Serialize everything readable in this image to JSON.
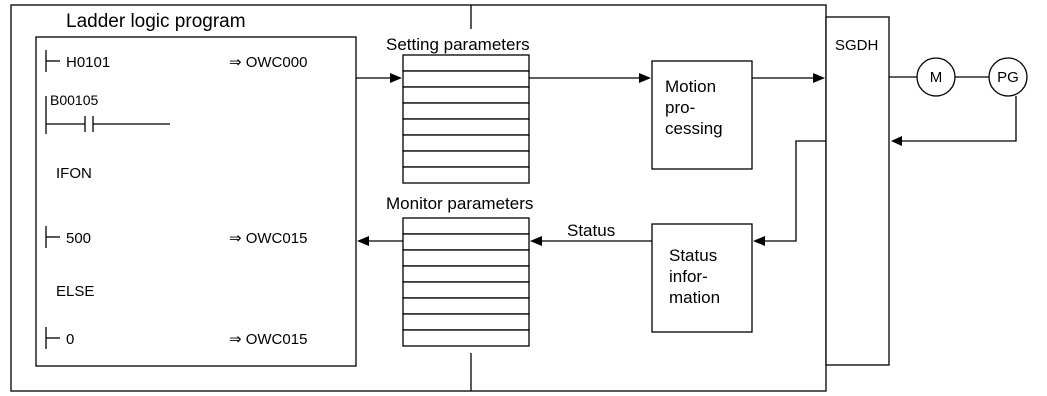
{
  "ladder": {
    "title": "Ladder logic program",
    "rows": [
      {
        "left": "H0101",
        "right": "⇒ OWC000"
      },
      {
        "contact": "B00105"
      },
      {
        "keyword": "IFON"
      },
      {
        "left": "500",
        "right": "⇒ OWC015"
      },
      {
        "keyword": "ELSE"
      },
      {
        "left": "0",
        "right": "⇒ OWC015"
      }
    ]
  },
  "setting_parameters": {
    "label": "Setting parameters",
    "row_count": 8
  },
  "monitor_parameters": {
    "label": "Monitor parameters",
    "row_count": 8
  },
  "motion_processing": {
    "lines": [
      "Motion",
      "pro-",
      "cessing"
    ]
  },
  "status_label": "Status",
  "status_information": {
    "lines": [
      "Status",
      "infor-",
      "mation"
    ]
  },
  "sgdh_label": "SGDH",
  "motor_label": "M",
  "encoder_label": "PG"
}
